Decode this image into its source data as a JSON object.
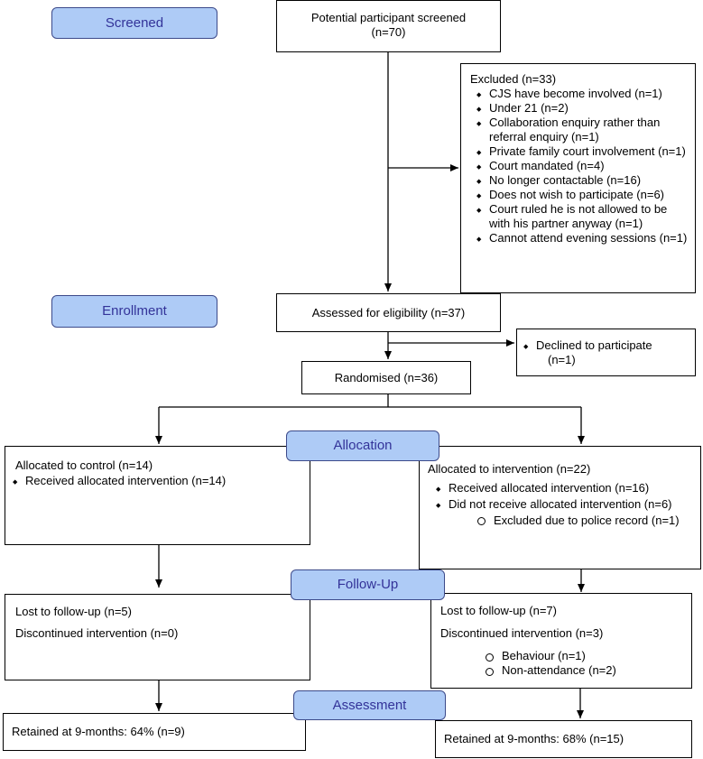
{
  "stages": {
    "screened": "Screened",
    "enrollment": "Enrollment",
    "allocation": "Allocation",
    "followup": "Follow-Up",
    "assessment": "Assessment"
  },
  "screened_box": {
    "line1": "Potential participant screened",
    "line2": "(n=70)"
  },
  "excluded": {
    "title": "Excluded (n=33)",
    "items": [
      "CJS have become involved (n=1)",
      "Under 21 (n=2)",
      "Collaboration enquiry rather than referral enquiry (n=1)",
      "Private family court involvement (n=1)",
      "Court mandated (n=4)",
      "No longer contactable (n=16)",
      "Does not wish to participate (n=6)",
      "Court ruled he is not allowed to be with his partner anyway (n=1)",
      "Cannot attend evening sessions (n=1)"
    ]
  },
  "eligibility": "Assessed for eligibility (n=37)",
  "declined": {
    "line1": "Declined to participate",
    "line2": "(n=1)"
  },
  "randomised": "Randomised (n=36)",
  "control": {
    "title": "Allocated to control (n=14)",
    "item": "Received allocated intervention (n=14)"
  },
  "intervention": {
    "title": "Allocated to intervention (n=22)",
    "item1": "Received allocated intervention (n=16)",
    "item2": "Did not receive allocated intervention (n=6)",
    "sub1": "Excluded due to police record (n=1)"
  },
  "followup_left": {
    "lost": "Lost to follow-up (n=5)",
    "discontinued": "Discontinued intervention (n=0)"
  },
  "followup_right": {
    "lost": "Lost to follow-up (n=7)",
    "discontinued": "Discontinued intervention (n=3)",
    "sub1": "Behaviour (n=1)",
    "sub2": "Non-attendance (n=2)"
  },
  "retained_left": "Retained at 9-months: 64% (n=9)",
  "retained_right": "Retained at 9-months: 68% (n=15)"
}
